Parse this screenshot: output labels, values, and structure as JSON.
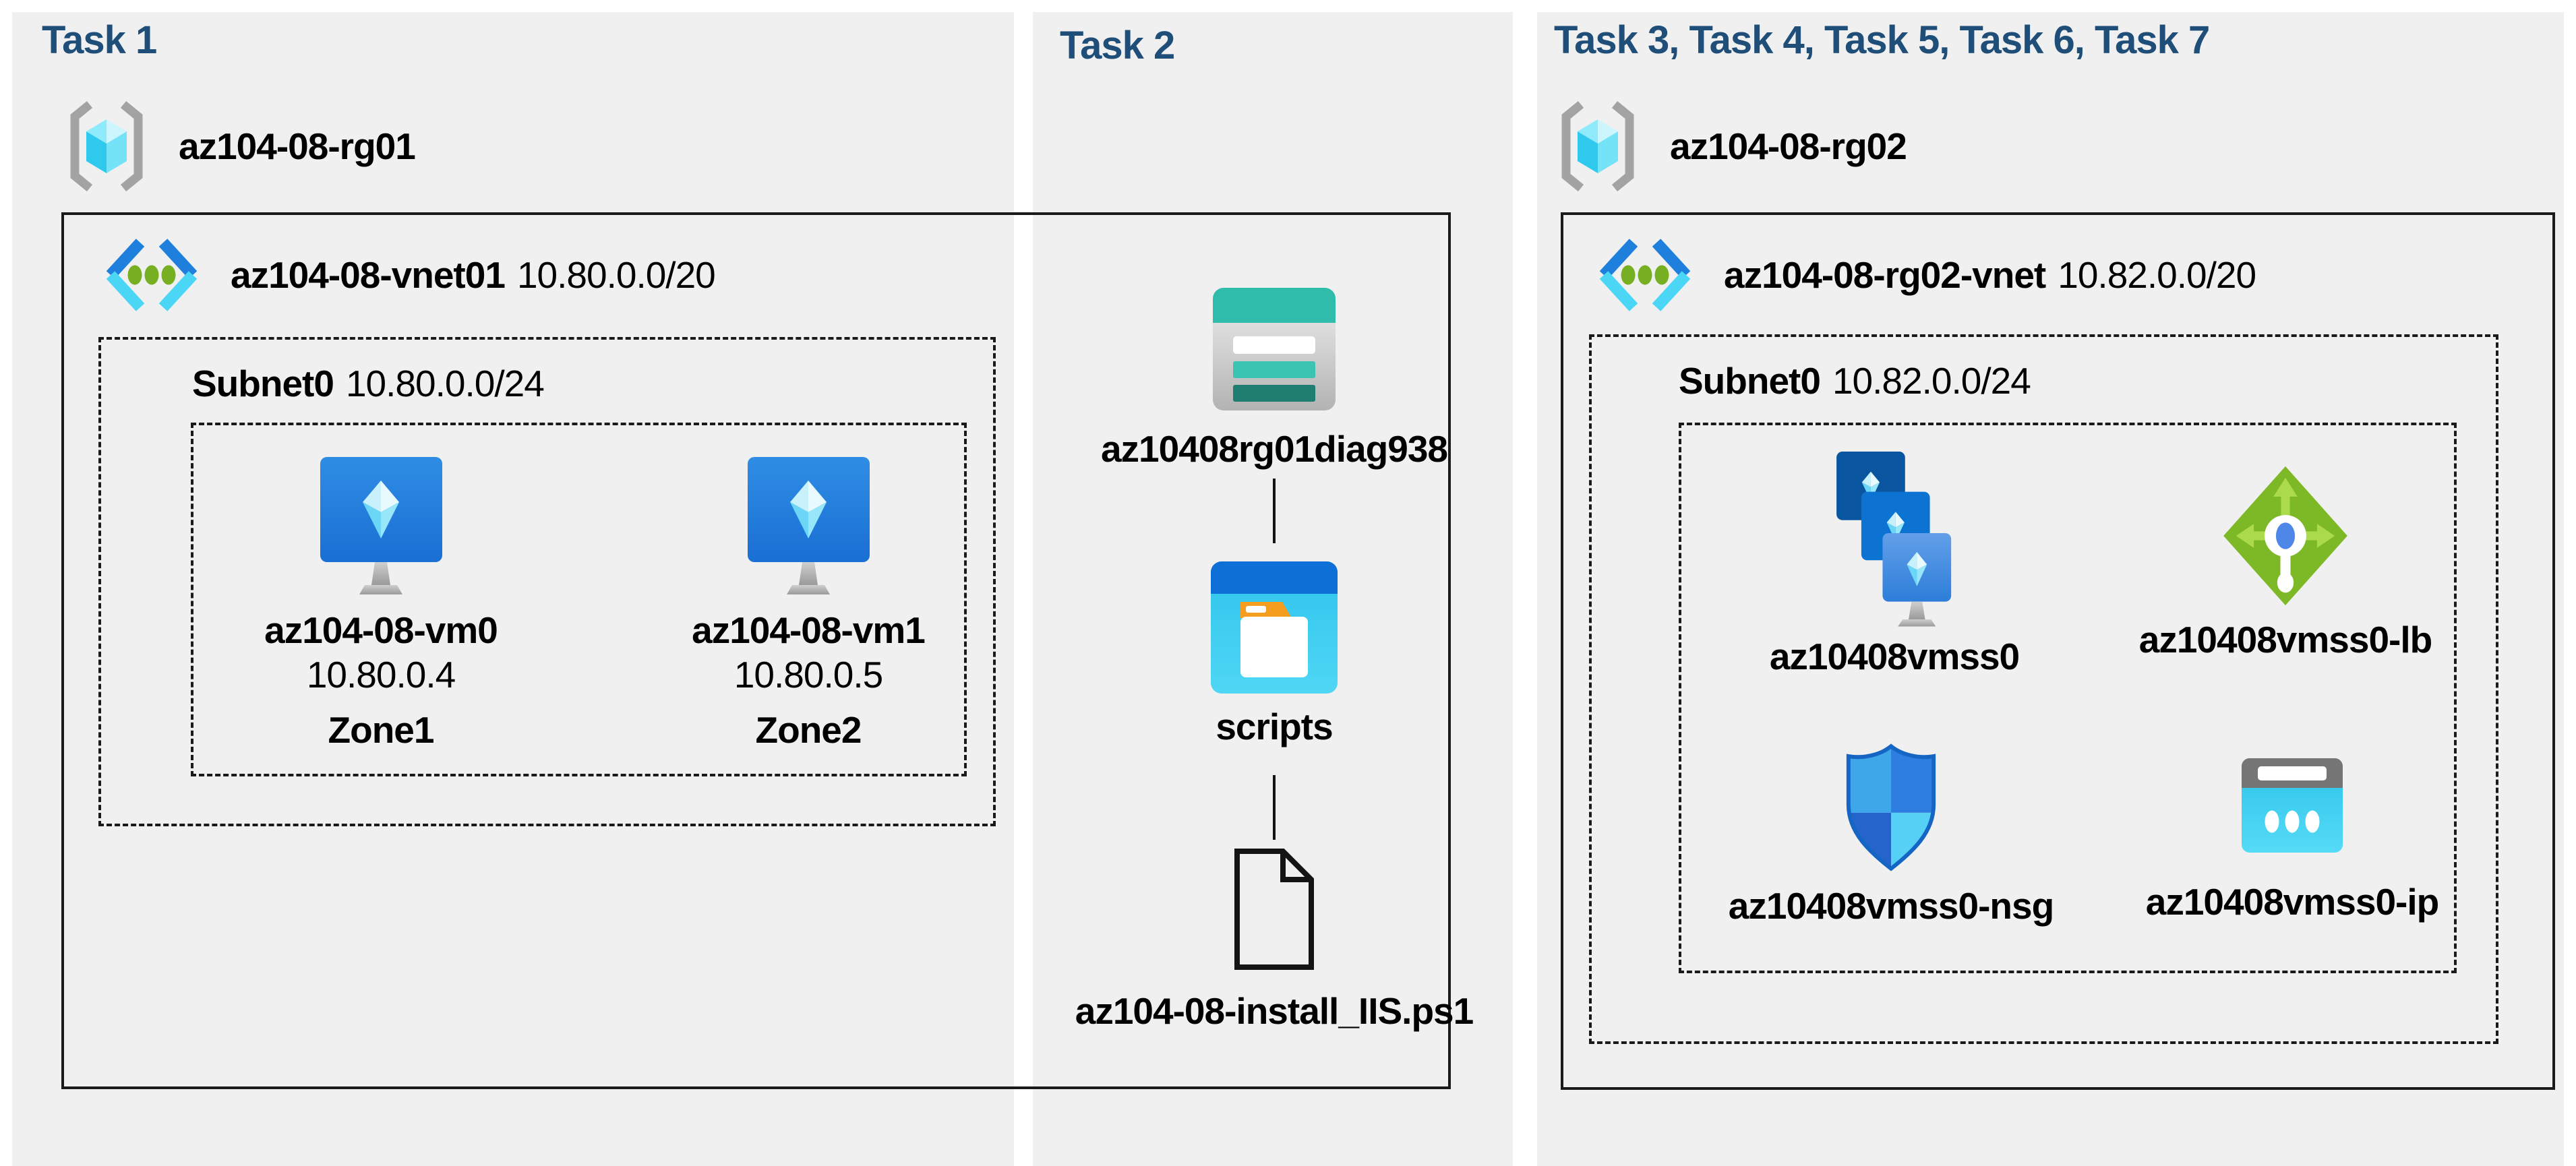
{
  "colors": {
    "task_header": "#1f4e79",
    "panel_background": "#f0f0f1",
    "box_border": "#1a1a1a",
    "vm_blue": "#1f6fd0",
    "vnet_blue": "#1e80dc",
    "vnet_cyan": "#4cd6f6",
    "vnet_green_dot": "#76b022",
    "storage_teal": "#2fbcab",
    "container_blue": "#0e70d7",
    "container_cyan": "#3cc9ee",
    "folder_orange": "#f59d1f",
    "vmss_dark_blue": "#0a55a0",
    "lb_green": "#7db826",
    "nsg_blue": "#2e7ee2",
    "ip_cyan": "#2fc5ec",
    "rg_bracket_gray": "#a3a3a3",
    "cube_cyan": "#4fd4f2"
  },
  "panels": [
    {
      "task_label": "Task 1",
      "resource_group": {
        "name": "az104-08-rg01"
      },
      "vnet": {
        "name": "az104-08-vnet01",
        "cidr": "10.80.0.0/20"
      },
      "subnet": {
        "name": "Subnet0",
        "cidr": "10.80.0.0/24"
      },
      "vms": [
        {
          "name": "az104-08-vm0",
          "ip": "10.80.0.4",
          "zone": "Zone1"
        },
        {
          "name": "az104-08-vm1",
          "ip": "10.80.0.5",
          "zone": "Zone2"
        }
      ]
    },
    {
      "task_label": "Task 2",
      "storage_account": {
        "name": "az10408rg01diag938"
      },
      "container": {
        "name": "scripts"
      },
      "file": {
        "name": "az104-08-install_IIS.ps1"
      }
    },
    {
      "task_label": "Task 3, Task 4, Task 5, Task 6, Task 7",
      "resource_group": {
        "name": "az104-08-rg02"
      },
      "vnet": {
        "name": "az104-08-rg02-vnet",
        "cidr": "10.82.0.0/20"
      },
      "subnet": {
        "name": "Subnet0",
        "cidr": "10.82.0.0/24"
      },
      "resources": [
        {
          "name": "az10408vmss0",
          "type": "vm-scale-set"
        },
        {
          "name": "az10408vmss0-lb",
          "type": "load-balancer"
        },
        {
          "name": "az10408vmss0-nsg",
          "type": "network-security-group"
        },
        {
          "name": "az10408vmss0-ip",
          "type": "public-ip-address"
        }
      ]
    }
  ]
}
